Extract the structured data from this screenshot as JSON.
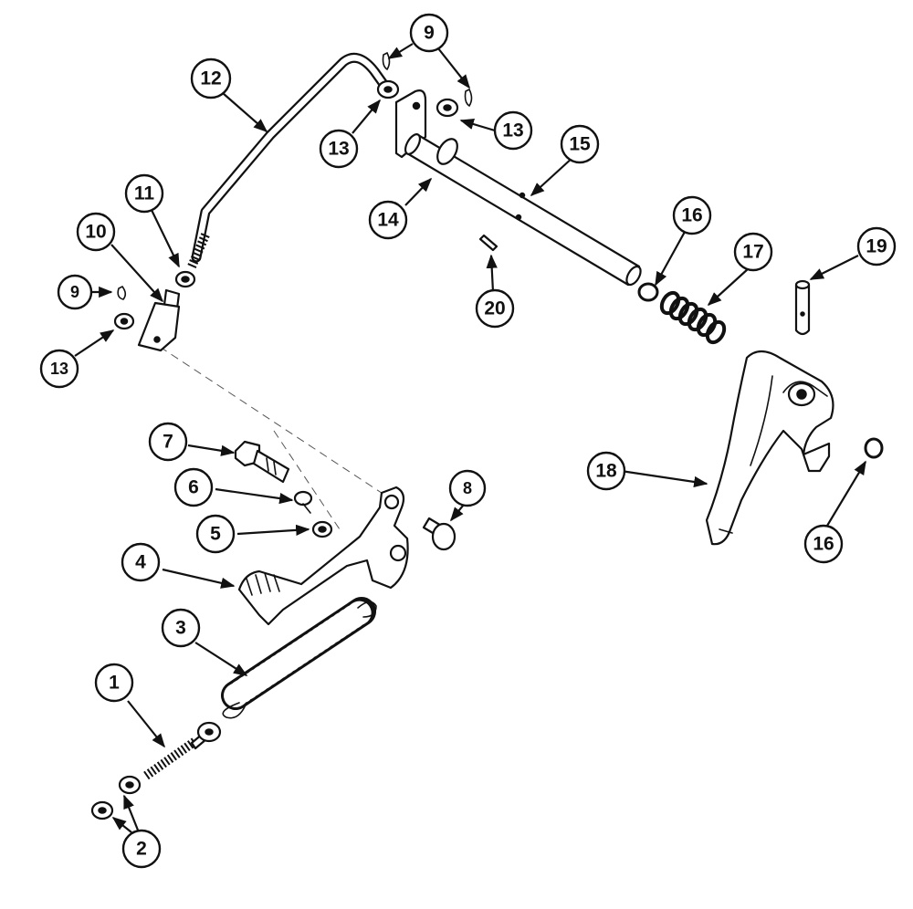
{
  "callouts": [
    {
      "id": "1",
      "label": "1"
    },
    {
      "id": "2",
      "label": "2"
    },
    {
      "id": "3",
      "label": "3"
    },
    {
      "id": "4",
      "label": "4"
    },
    {
      "id": "5",
      "label": "5"
    },
    {
      "id": "6",
      "label": "6"
    },
    {
      "id": "7",
      "label": "7"
    },
    {
      "id": "8",
      "label": "8"
    },
    {
      "id": "9a",
      "label": "9"
    },
    {
      "id": "9b",
      "label": "9"
    },
    {
      "id": "10",
      "label": "10"
    },
    {
      "id": "11",
      "label": "11"
    },
    {
      "id": "12",
      "label": "12"
    },
    {
      "id": "13a",
      "label": "13"
    },
    {
      "id": "13b",
      "label": "13"
    },
    {
      "id": "13c",
      "label": "13"
    },
    {
      "id": "14",
      "label": "14"
    },
    {
      "id": "15",
      "label": "15"
    },
    {
      "id": "16a",
      "label": "16"
    },
    {
      "id": "16b",
      "label": "16"
    },
    {
      "id": "17",
      "label": "17"
    },
    {
      "id": "18",
      "label": "18"
    },
    {
      "id": "19",
      "label": "19"
    },
    {
      "id": "20",
      "label": "20"
    }
  ],
  "colors": {
    "line": "#111111",
    "background": "#ffffff"
  }
}
